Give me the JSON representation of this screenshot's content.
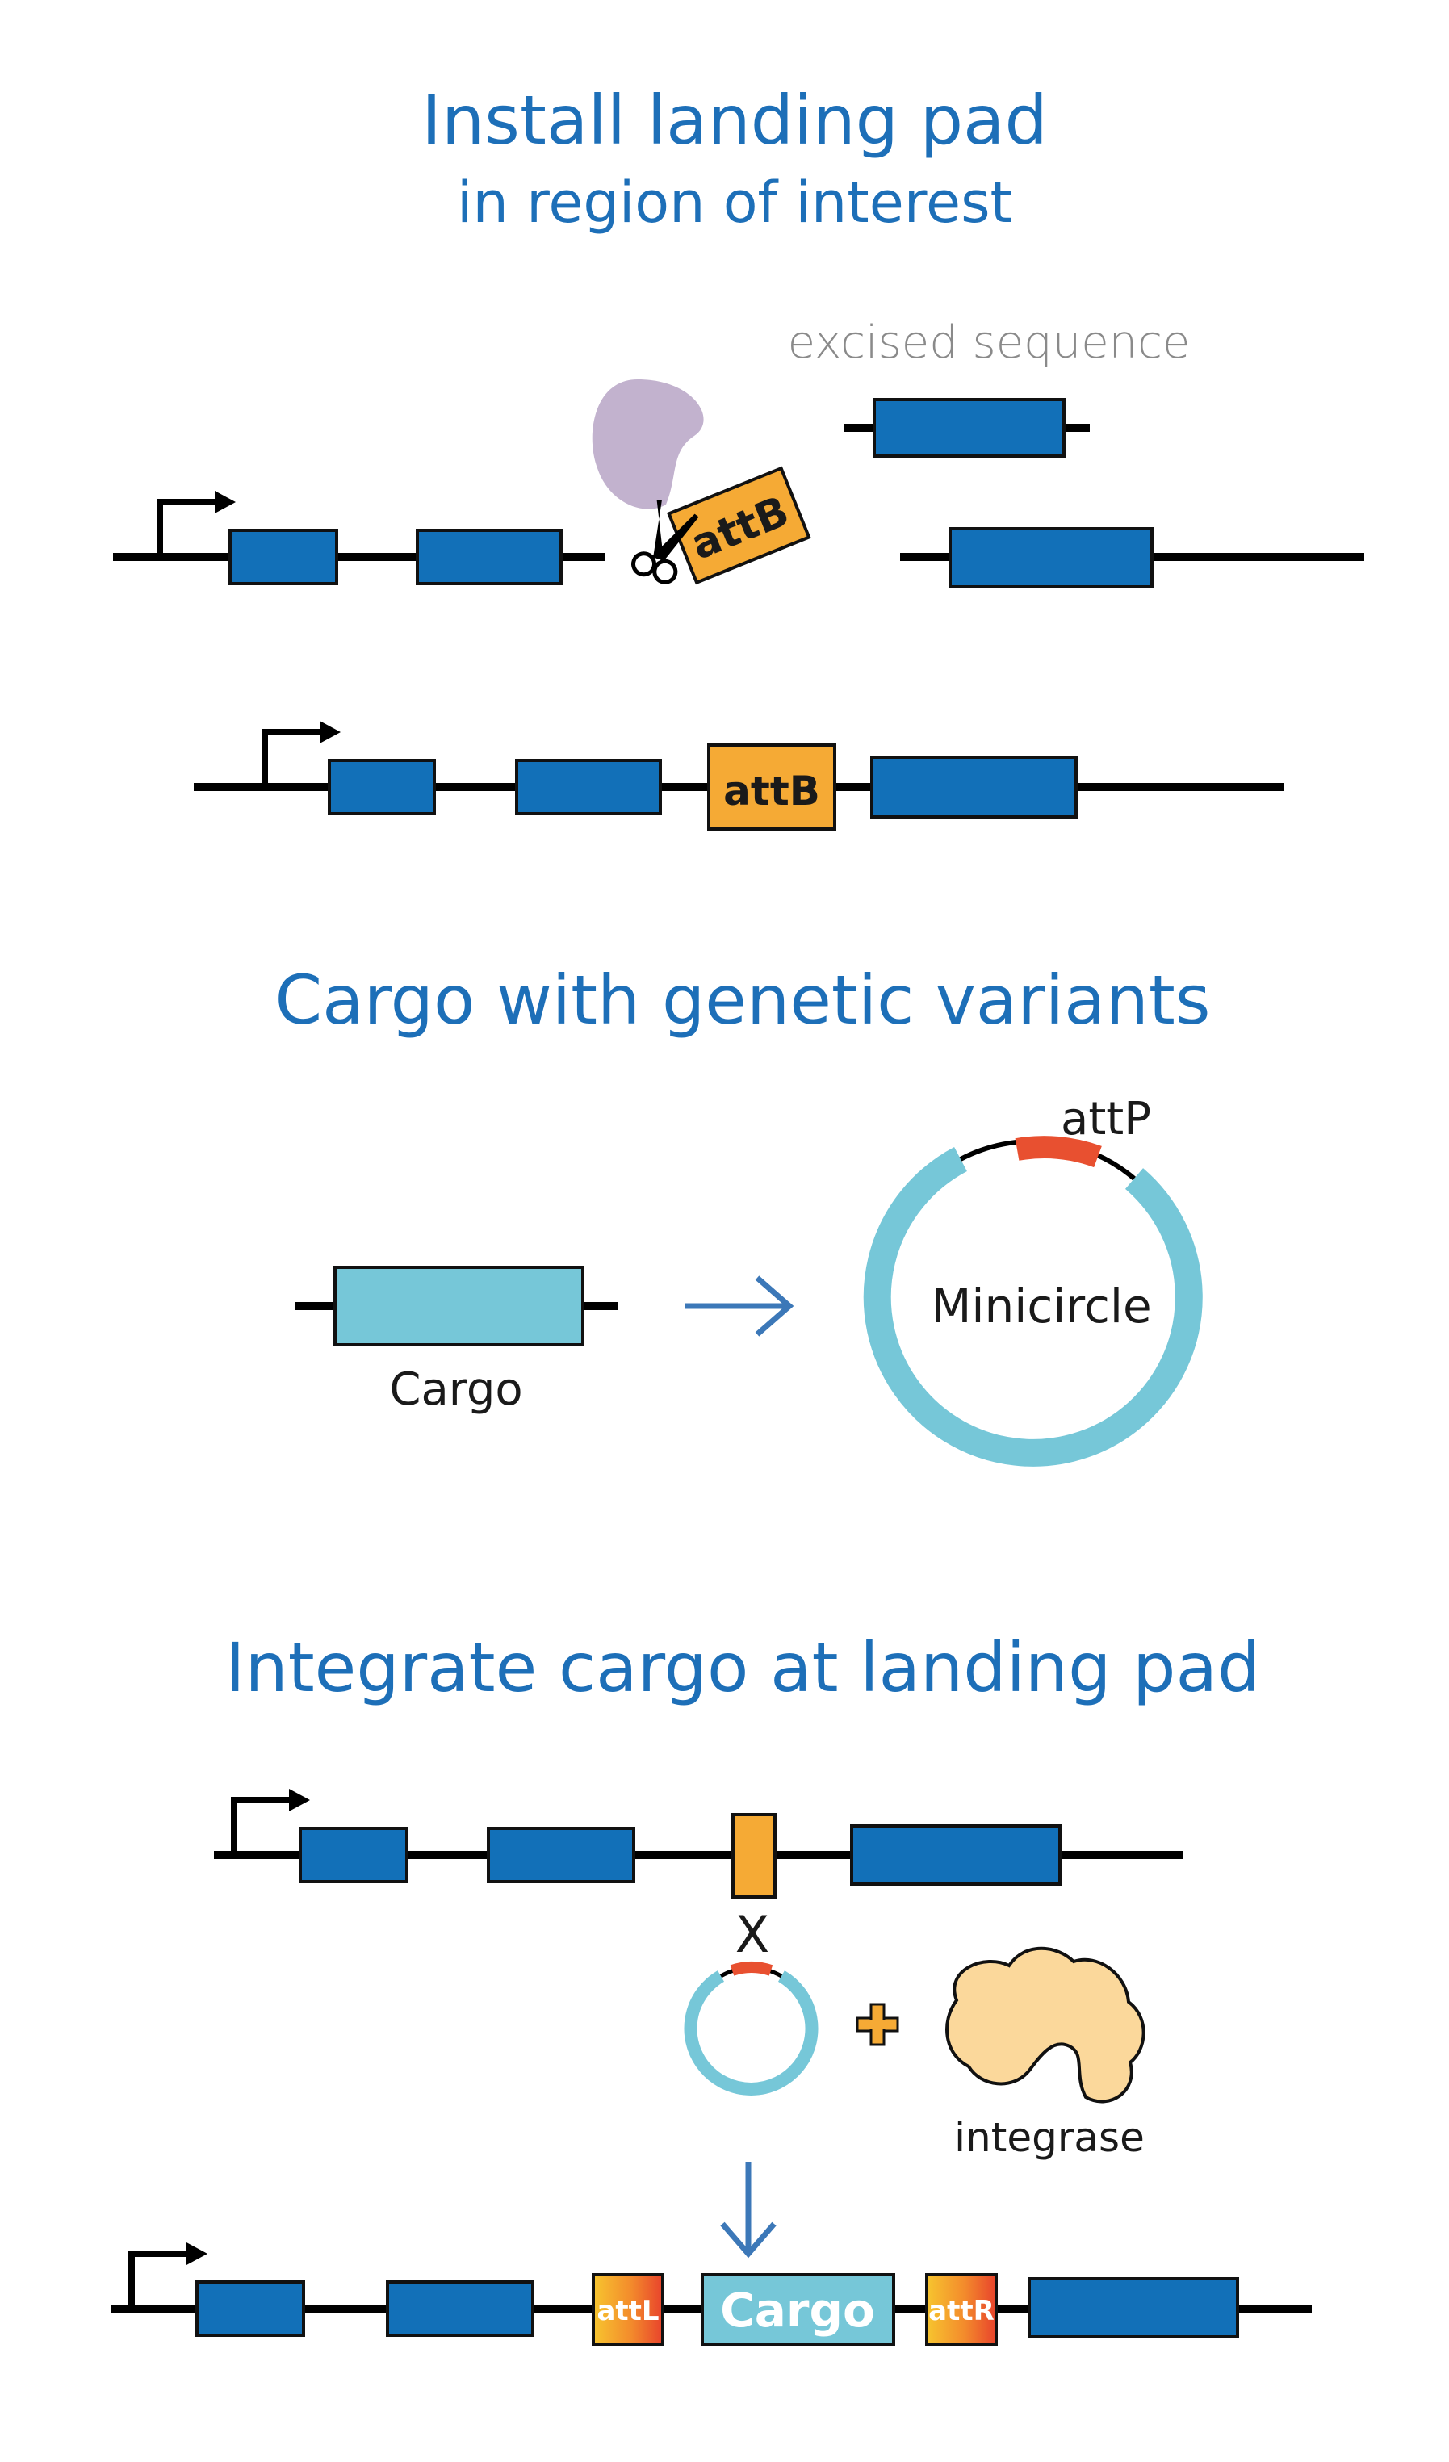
{
  "section1": {
    "title_line1": "Install landing pad",
    "title_line2": "in region of interest",
    "excised_label": "excised sequence",
    "attB_label": "attB"
  },
  "section2": {
    "title": "Cargo with genetic variants",
    "cargo_label": "Cargo",
    "attP_label": "attP",
    "minicircle_label": "Minicircle"
  },
  "section3": {
    "title": "Integrate cargo at landing pad",
    "integrase_label": "integrase",
    "crossover_mark": "X",
    "plus_sign": "+",
    "attL_label": "attL",
    "attR_label": "attR",
    "cargo_label": "Cargo"
  },
  "colors": {
    "heading": "#1d6fb8",
    "exon": "#1270b8",
    "att_site": "#f5aa35",
    "cargo": "#76c7d8",
    "attP": "#e85030",
    "cas_protein": "#c2b2ce",
    "integrase": "#fbd89b",
    "arrow": "#3c78b8"
  },
  "icons": {
    "promoter": "promoter-arrow-icon",
    "scissors": "scissors-icon",
    "reaction_arrow": "arrow-right-icon",
    "result_arrow": "arrow-down-icon"
  }
}
